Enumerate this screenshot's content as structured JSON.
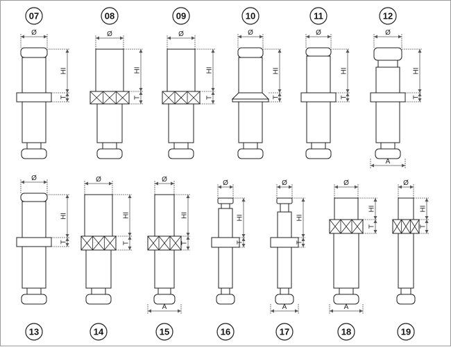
{
  "labels": {
    "dia": "Ø",
    "hl": "HI",
    "t": "T",
    "a": "A"
  },
  "colors": {
    "line": "#1c1c1c",
    "dim": "#555555",
    "fill": "#ffffff"
  },
  "parts": [
    {
      "id": "07",
      "has_a": false,
      "collar": "plain"
    },
    {
      "id": "08",
      "has_a": false,
      "collar": "hex"
    },
    {
      "id": "09",
      "has_a": false,
      "collar": "hex"
    },
    {
      "id": "10",
      "has_a": false,
      "collar": "flange"
    },
    {
      "id": "11",
      "has_a": false,
      "collar": "plain"
    },
    {
      "id": "12",
      "has_a": true,
      "collar": "plain"
    },
    {
      "id": "13",
      "has_a": false,
      "collar": "plain"
    },
    {
      "id": "14",
      "has_a": false,
      "collar": "hex"
    },
    {
      "id": "15",
      "has_a": true,
      "collar": "hex"
    },
    {
      "id": "16",
      "has_a": false,
      "collar": "plain"
    },
    {
      "id": "17",
      "has_a": true,
      "collar": "plain"
    },
    {
      "id": "18",
      "has_a": true,
      "collar": "hex"
    },
    {
      "id": "19",
      "has_a": false,
      "collar": "hex"
    }
  ]
}
